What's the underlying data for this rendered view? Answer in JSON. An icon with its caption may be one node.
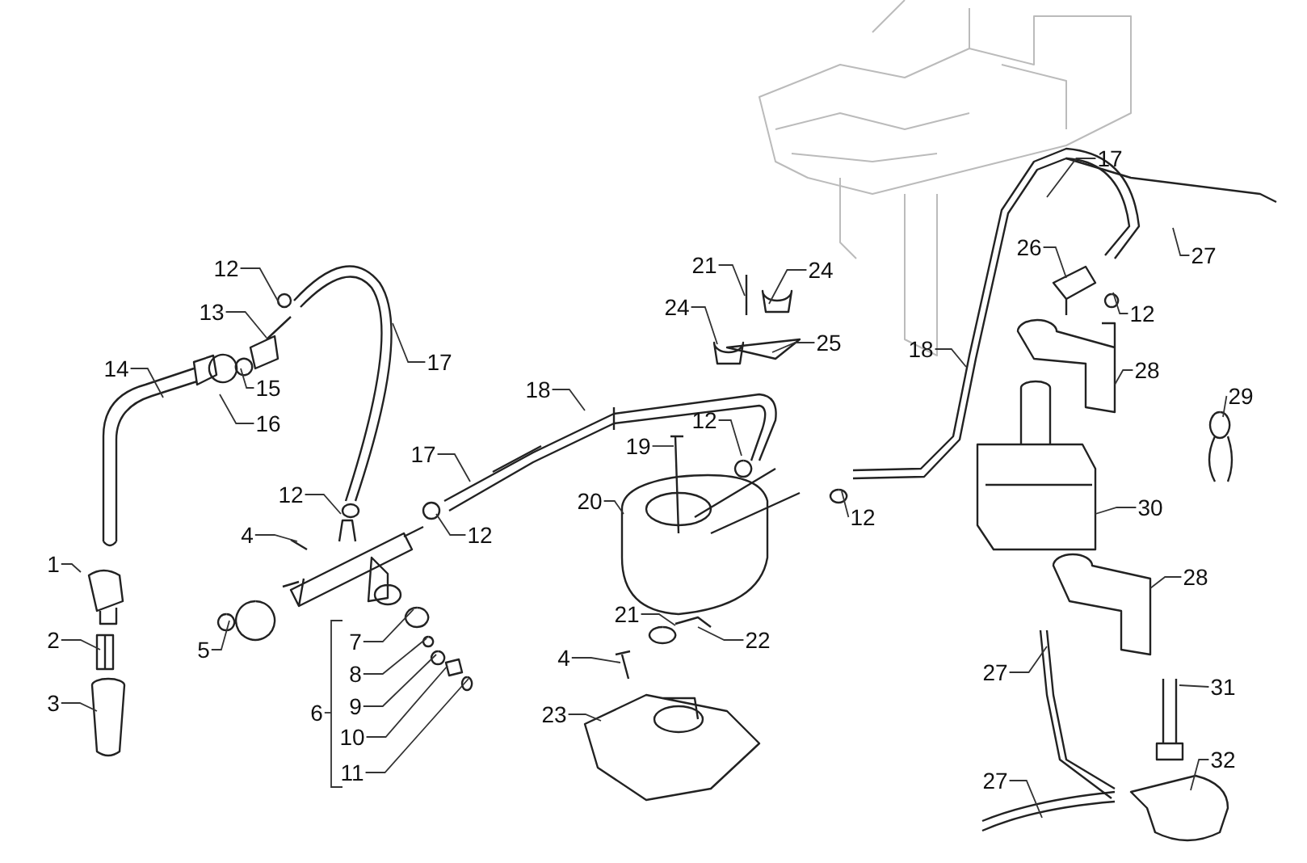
{
  "diagram": {
    "nodes": [
      {
        "text": [
          "1"
        ]
      },
      {
        "text": [
          "2"
        ]
      },
      {
        "text": [
          "3"
        ]
      },
      {
        "text": [
          "14"
        ]
      },
      {
        "text": [
          "13"
        ]
      },
      {
        "text": [
          "12"
        ]
      },
      {
        "text": [
          "15"
        ]
      },
      {
        "text": [
          "16"
        ]
      },
      {
        "text": [
          "17"
        ]
      },
      {
        "text": [
          "12"
        ]
      },
      {
        "text": [
          "4"
        ]
      },
      {
        "text": [
          "5"
        ]
      },
      {
        "text": [
          "17"
        ]
      },
      {
        "text": [
          "12"
        ]
      },
      {
        "text": [
          "6"
        ]
      },
      {
        "text": [
          "7"
        ]
      },
      {
        "text": [
          "8"
        ]
      },
      {
        "text": [
          "9"
        ]
      },
      {
        "text": [
          "10"
        ]
      },
      {
        "text": [
          "11"
        ]
      },
      {
        "text": [
          "21"
        ]
      },
      {
        "text": [
          "24"
        ]
      },
      {
        "text": [
          "24"
        ]
      },
      {
        "text": [
          "25"
        ]
      },
      {
        "text": [
          "18"
        ]
      },
      {
        "text": [
          "12"
        ]
      },
      {
        "text": [
          "19"
        ]
      },
      {
        "text": [
          "20"
        ]
      },
      {
        "text": [
          "21"
        ]
      },
      {
        "text": [
          "22"
        ]
      },
      {
        "text": [
          "4"
        ]
      },
      {
        "text": [
          "23"
        ]
      },
      {
        "text": [
          "12"
        ]
      },
      {
        "text": [
          "17"
        ]
      },
      {
        "text": [
          "26"
        ]
      },
      {
        "text": [
          "27"
        ]
      },
      {
        "text": [
          "12"
        ]
      },
      {
        "text": [
          "18"
        ]
      },
      {
        "text": [
          "28"
        ]
      },
      {
        "text": [
          "29"
        ]
      },
      {
        "text": [
          "30"
        ]
      },
      {
        "text": [
          "28"
        ]
      },
      {
        "text": [
          "27"
        ]
      },
      {
        "text": [
          "31"
        ]
      },
      {
        "text": [
          "32"
        ]
      },
      {
        "text": [
          "27"
        ]
      }
    ],
    "edges": [
      {
        "from": 0,
        "to": null,
        "arrow": "none"
      },
      {
        "from": 1,
        "to": null,
        "arrow": "none"
      },
      {
        "from": 2,
        "to": null,
        "arrow": "none"
      },
      {
        "from": 3,
        "to": null,
        "arrow": "none"
      },
      {
        "from": 4,
        "to": null,
        "arrow": "none"
      },
      {
        "from": 5,
        "to": null,
        "arrow": "none"
      },
      {
        "from": 6,
        "to": null,
        "arrow": "none"
      },
      {
        "from": 7,
        "to": null,
        "arrow": "none"
      },
      {
        "from": 8,
        "to": null,
        "arrow": "none"
      },
      {
        "from": 9,
        "to": null,
        "arrow": "none"
      },
      {
        "from": 10,
        "to": null,
        "arrow": "none"
      },
      {
        "from": 11,
        "to": null,
        "arrow": "none"
      },
      {
        "from": 12,
        "to": null,
        "arrow": "none"
      },
      {
        "from": 13,
        "to": null,
        "arrow": "none"
      },
      {
        "from": 14,
        "to": null,
        "arrow": "none"
      },
      {
        "from": 15,
        "to": null,
        "arrow": "none"
      },
      {
        "from": 16,
        "to": null,
        "arrow": "none"
      },
      {
        "from": 17,
        "to": null,
        "arrow": "none"
      },
      {
        "from": 18,
        "to": null,
        "arrow": "none"
      },
      {
        "from": 19,
        "to": null,
        "arrow": "none"
      },
      {
        "from": 20,
        "to": null,
        "arrow": "none"
      },
      {
        "from": 21,
        "to": null,
        "arrow": "none"
      },
      {
        "from": 22,
        "to": null,
        "arrow": "none"
      },
      {
        "from": 23,
        "to": null,
        "arrow": "none"
      },
      {
        "from": 24,
        "to": null,
        "arrow": "none"
      },
      {
        "from": 25,
        "to": null,
        "arrow": "none"
      },
      {
        "from": 26,
        "to": null,
        "arrow": "none"
      },
      {
        "from": 27,
        "to": null,
        "arrow": "none"
      },
      {
        "from": 28,
        "to": null,
        "arrow": "none"
      },
      {
        "from": 29,
        "to": null,
        "arrow": "none"
      },
      {
        "from": 30,
        "to": null,
        "arrow": "none"
      },
      {
        "from": 31,
        "to": null,
        "arrow": "none"
      },
      {
        "from": 32,
        "to": null,
        "arrow": "none"
      },
      {
        "from": 33,
        "to": null,
        "arrow": "none"
      },
      {
        "from": 34,
        "to": null,
        "arrow": "none"
      },
      {
        "from": 35,
        "to": null,
        "arrow": "none"
      },
      {
        "from": 36,
        "to": null,
        "arrow": "none"
      },
      {
        "from": 37,
        "to": null,
        "arrow": "none"
      },
      {
        "from": 38,
        "to": null,
        "arrow": "none"
      },
      {
        "from": 39,
        "to": null,
        "arrow": "none"
      },
      {
        "from": 40,
        "to": null,
        "arrow": "none"
      },
      {
        "from": 41,
        "to": null,
        "arrow": "none"
      },
      {
        "from": 42,
        "to": null,
        "arrow": "none"
      },
      {
        "from": 43,
        "to": null,
        "arrow": "none"
      },
      {
        "from": 44,
        "to": null,
        "arrow": "none"
      },
      {
        "from": 45,
        "to": null,
        "arrow": "none"
      }
    ]
  }
}
